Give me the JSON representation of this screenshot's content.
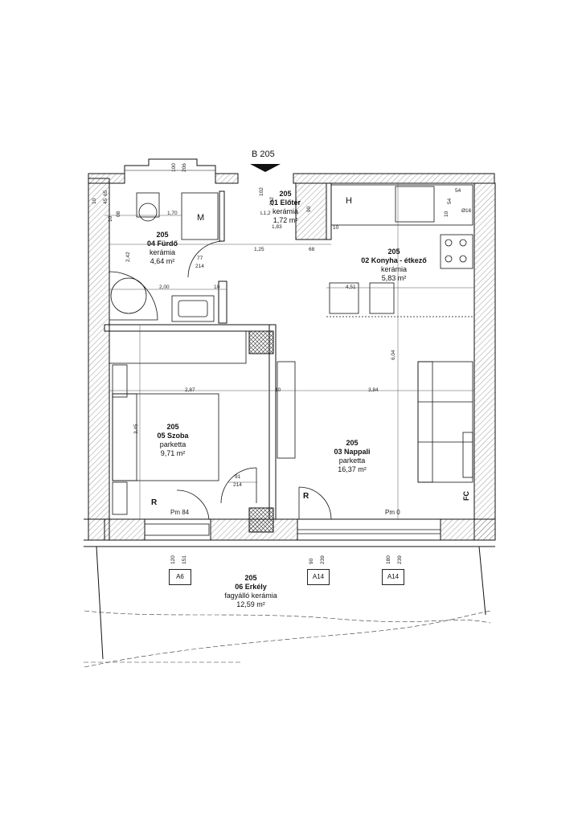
{
  "section": {
    "label": "B 205"
  },
  "rooms": [
    {
      "id": "elotér",
      "num": "205",
      "name": "01 Előtér",
      "material": "kerámia",
      "area": "1,72 m²"
    },
    {
      "id": "konyha",
      "num": "205",
      "name": "02 Konyha - étkező",
      "material": "kerámia",
      "area": "5,83 m²"
    },
    {
      "id": "nappali",
      "num": "205",
      "name": "03 Nappali",
      "material": "parketta",
      "area": "16,37 m²"
    },
    {
      "id": "furdo",
      "num": "205",
      "name": "04 Fürdő",
      "material": "kerámia",
      "area": "4,64 m²"
    },
    {
      "id": "szoba",
      "num": "205",
      "name": "05 Szoba",
      "material": "parketta",
      "area": "9,71 m²"
    },
    {
      "id": "erkely",
      "num": "205",
      "name": "06 Erkély",
      "material": "fagyálló kerámia",
      "area": "12,59 m²"
    }
  ],
  "dimensions": {
    "d170": "1,70",
    "d125": "1,25",
    "d68": "68",
    "d200": "2,00",
    "d10a": "10",
    "d287": "2,87",
    "d10b": "10",
    "d384": "3,84",
    "d451": "4,51",
    "d604": "6,04",
    "d345": "3,45",
    "d242": "2,42",
    "d77": "77",
    "d214a": "214",
    "d91": "91",
    "d214b": "214",
    "d183": "1,83",
    "d102": "102",
    "d212": "212",
    "d90a": "90",
    "d10c": "10",
    "d100": "100",
    "d206": "206",
    "d65": "65",
    "d45": "45",
    "d10d": "10",
    "d08": "08",
    "d10e": "10",
    "d54a": "54",
    "d54b": "54",
    "d016": "Ø16",
    "d10f": "10",
    "l12": "L1,2",
    "d120": "120",
    "d151": "151",
    "d90b": "90",
    "d239a": "239",
    "d180": "180",
    "d239b": "239"
  },
  "tags": {
    "M": "M",
    "H": "H",
    "R1": "R",
    "R2": "R",
    "FC": "FC"
  },
  "levels": {
    "pm84": "Pm 84",
    "pm0": "Pm 0"
  },
  "axes": {
    "a6": "A6",
    "a14a": "A14",
    "a14b": "A14"
  }
}
